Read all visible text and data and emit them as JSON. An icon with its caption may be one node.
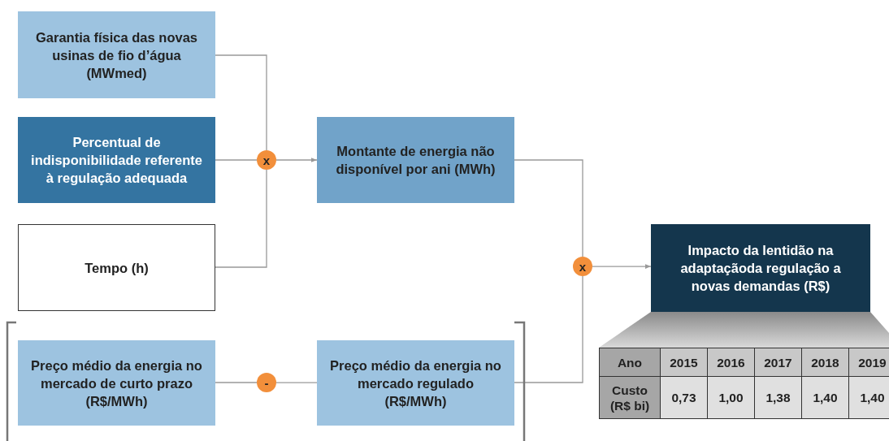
{
  "diagram": {
    "nodes": [
      {
        "text": [
          "Garantia física das novas usinas de fio d’água (MWmed)"
        ]
      },
      {
        "text": [
          "Percentual de indisponibilidade referente à regulação adequada"
        ]
      },
      {
        "text": [
          "Tempo (h)"
        ]
      },
      {
        "text": [
          "x"
        ]
      },
      {
        "text": [
          "Montante de energia não disponível por ani (MWh)"
        ]
      },
      {
        "text": [
          "Preço médio da energia no mercado de curto prazo (R$/MWh)"
        ]
      },
      {
        "text": [
          "-"
        ]
      },
      {
        "text": [
          "Preço médio da energia no mercado regulado (R$/MWh)"
        ]
      },
      {
        "text": [
          "x"
        ]
      },
      {
        "text": [
          "Impacto da lentidão na adaptaçãoda regulação a novas demandas (R$)"
        ]
      },
      {
        "text": [],
        "shape": "trapezoid"
      }
    ],
    "edges": [
      {
        "from": 0,
        "to": 3,
        "arrow": "none"
      },
      {
        "from": 1,
        "to": 3,
        "arrow": "none"
      },
      {
        "from": 2,
        "to": 3,
        "arrow": "none"
      },
      {
        "from": 3,
        "to": 4,
        "arrow": "to"
      },
      {
        "from": 5,
        "to": 6,
        "arrow": "none"
      },
      {
        "from": 6,
        "to": 7,
        "arrow": "none"
      },
      {
        "from": 4,
        "to": 8,
        "arrow": "none"
      },
      {
        "from": 7,
        "to": 8,
        "arrow": "none"
      },
      {
        "from": 8,
        "to": 9,
        "arrow": "to"
      }
    ],
    "labels": [
      "Ano",
      "2015",
      "2016",
      "2017",
      "2018",
      "2019",
      "Custo (R$ bi)",
      "0,73",
      "1,00",
      "1,38",
      "1,40",
      "1,40"
    ]
  }
}
